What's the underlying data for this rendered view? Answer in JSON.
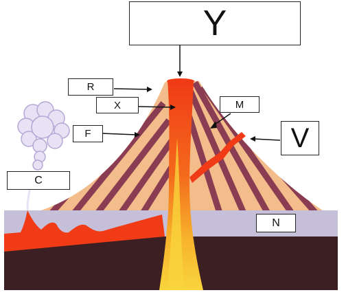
{
  "labels": {
    "y": "Y",
    "r": "R",
    "x": "X",
    "m": "M",
    "f": "F",
    "v": "V",
    "c": "C",
    "n": "N"
  },
  "colors": {
    "cone_light": "#f2bd8a",
    "cone_stripe": "#8a3d52",
    "crust": "#c6bfd9",
    "deep_earth": "#3c1f22",
    "magma": "#f03b16",
    "magma_core": "#f9d43c",
    "ash_cloud": "#e9e2f4"
  }
}
